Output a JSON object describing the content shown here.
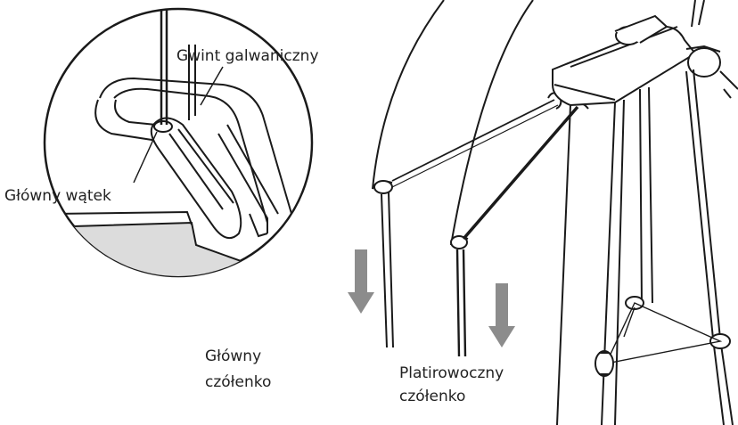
{
  "labels": {
    "galvanic_thread": "Gwint galwaniczny",
    "main_thread": "Główny wątek",
    "main_shuttle_line1": "Główny",
    "main_shuttle_line2": "czółenko",
    "plating_shuttle_line1": "Platirowoczny",
    "plating_shuttle_line2": "czółenko"
  },
  "colors": {
    "ink": "#1a1a1a",
    "arrow_gray": "#8c8c8c",
    "shade_gray": "#d9d9d9"
  }
}
